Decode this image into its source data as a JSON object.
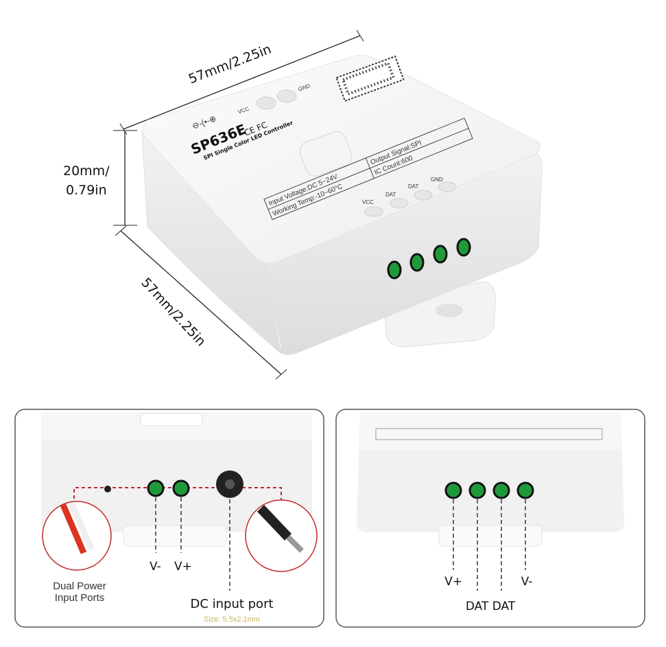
{
  "dimensions": {
    "width": "57mm/2.25in",
    "height_line1": "20mm/",
    "height_line2": "0.79in",
    "depth": "57mm/2.25in"
  },
  "device": {
    "model": "SP636E",
    "subtitle": "SPI Single Color LED Controller",
    "marks": "CE FC",
    "top_ports": [
      "VCC",
      "GND"
    ],
    "spec_input_voltage": "Input Voltage:DC 5~24V",
    "spec_working_temp": "Working Temp:-10~60°C",
    "spec_output_signal": "Output Signal:SPI",
    "spec_ic_count": "IC Count:600",
    "output_ports": [
      "VCC",
      "DAT",
      "DAT",
      "GND"
    ]
  },
  "left_panel": {
    "pin_labels": [
      "V-",
      "V+"
    ],
    "dual_power_line1": "Dual Power",
    "dual_power_line2": "Input Ports",
    "dc_title": "DC input port",
    "dc_size": "Size: 5.5x2.1mm"
  },
  "right_panel": {
    "pin_labels": [
      "V+",
      "DAT DAT",
      "V-"
    ]
  },
  "colors": {
    "port_green": "#1f9a3a",
    "dashed_red": "#c0272d",
    "size_text": "#c9b458"
  }
}
